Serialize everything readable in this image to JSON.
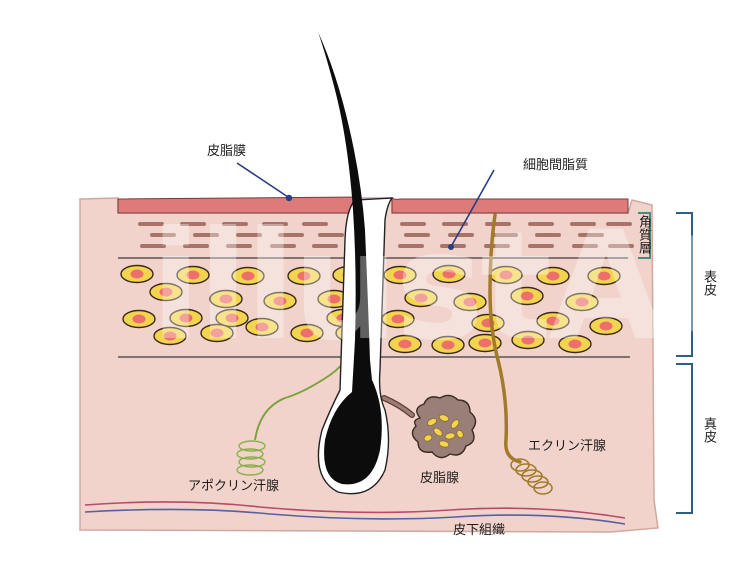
{
  "labels": {
    "sebum_membrane": "皮脂膜",
    "intercellular_lipid": "細胞間脂質",
    "stratum_corneum": "角質層",
    "epidermis": "表皮",
    "dermis": "真皮",
    "apocrine_gland": "アポクリン汗腺",
    "sebaceous_gland": "皮脂腺",
    "eccrine_gland": "エクリン汗腺",
    "subcutaneous_tissue": "皮下組織"
  },
  "watermark": "illustAC",
  "colors": {
    "skin": "#f1d3cb",
    "sebum": "#dd7a7a",
    "cell_fill": "#f3d44e",
    "cell_nucleus": "#ee6e6b",
    "hair": "#0c0c0c",
    "eccrine_duct": "#a27b2a",
    "apocrine_duct": "#7aa038",
    "bracket": "#2f5f7c",
    "stratum_bracket": "#3f8e80",
    "pointer": "#283e80",
    "vessel_red": "#b44c6a",
    "vessel_blue": "#5a5fa0"
  }
}
